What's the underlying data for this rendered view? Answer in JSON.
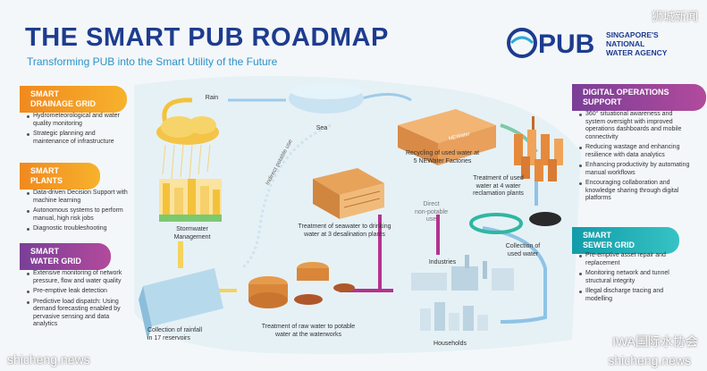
{
  "header": {
    "title": "THE SMART PUB ROADMAP",
    "subtitle": "Transforming PUB into the Smart Utility of the Future"
  },
  "logo": {
    "text": "PUB",
    "sub_line1": "SINGAPORE'S",
    "sub_line2": "NATIONAL",
    "sub_line3": "WATER AGENCY"
  },
  "watermarks": {
    "top_right": "狮城新闻",
    "bottom_left": "shicheng.news",
    "bottom_right": "shicheng.news",
    "wechat": "IWA国际水协会"
  },
  "left_panels": [
    {
      "badge_line1": "SMART",
      "badge_line2": "DRAINAGE GRID",
      "bullets": [
        "Hydrometeorological and water quality monitoring",
        "Strategic planning and maintenance of infrastructure"
      ]
    },
    {
      "badge_line1": "SMART",
      "badge_line2": "PLANTS",
      "bullets": [
        "Data-driven Decision Support with machine learning",
        "Autonomous systems to perform manual, high risk jobs",
        "Diagnostic troubleshooting"
      ]
    },
    {
      "badge_line1": "SMART",
      "badge_line2": "WATER GRID",
      "bullets": [
        "Extensive monitoring of network pressure, flow and water quality",
        "Pre-emptive leak detection",
        "Predictive load dispatch: Using demand forecasting enabled by pervasive sensing and data analytics"
      ]
    }
  ],
  "right_panels": [
    {
      "badge_line1": "DIGITAL OPERATIONS",
      "badge_line2": "SUPPORT",
      "bullets": [
        "360° situational awareness and system oversight with improved operations dashboards and mobile connectivity",
        "Reducing wastage and enhancing resilience with data analytics",
        "Enhancing productivity by automating manual workflows",
        "Encouraging collaboration and knowledge sharing through digital platforms"
      ]
    },
    {
      "badge_line1": "SMART",
      "badge_line2": "SEWER GRID",
      "bullets": [
        "Pre-emptive asset repair and replacement",
        "Monitoring network and tunnel structural integrity",
        "Illegal discharge tracing and modelling"
      ]
    }
  ],
  "diagram": {
    "rain": "Rain",
    "sea": "Sea",
    "stormwater_1": "Stormwater",
    "stormwater_2": "Management",
    "rainfall_1": "Collection of rainfall",
    "rainfall_2": "in 17 reservoirs",
    "rawwater_1": "Treatment of raw water to potable",
    "rawwater_2": "water at the waterworks",
    "seawater_1": "Treatment of seawater to drinking",
    "seawater_2": "water at 3 desalination plants",
    "recycling_1": "Recycling of used water at",
    "recycling_2": "5 NEWater Factories",
    "reclaim_1": "Treatment of used",
    "reclaim_2": "water at 4 water",
    "reclaim_3": "reclamation plants",
    "collection_1": "Collection of",
    "collection_2": "used water",
    "industries": "Industries",
    "households": "Households",
    "direct_1": "Direct",
    "direct_2": "non-potable",
    "direct_3": "use",
    "indirect": "Indirect potable use",
    "newater_tag": "NEWater"
  },
  "colors": {
    "title_blue": "#1d3c8f",
    "subtitle_blue": "#2b92c9",
    "flow_magenta": "#b3338f",
    "flow_yellow": "#f4d35e",
    "flow_blue": "#8fc3e6"
  }
}
